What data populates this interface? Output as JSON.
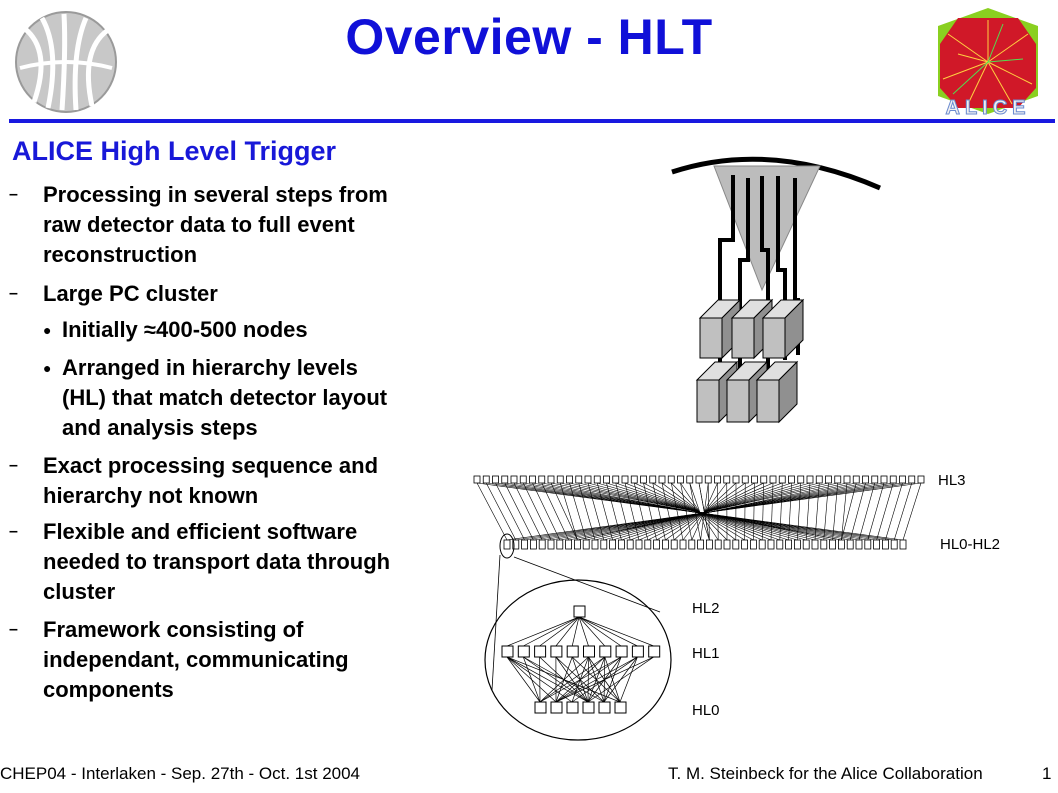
{
  "slide": {
    "title": "Overview - HLT",
    "heading": "ALICE High Level Trigger",
    "bullets": [
      {
        "level": 1,
        "lines": [
          "Processing in several steps from",
          "raw detector data to full event",
          "reconstruction"
        ]
      },
      {
        "level": 1,
        "lines": [
          "Large PC cluster"
        ]
      },
      {
        "level": 2,
        "lines": [
          "Initially ≈400-500 nodes"
        ]
      },
      {
        "level": 2,
        "lines": [
          "Arranged in hierarchy levels",
          "(HL) that match detector layout",
          "and analysis steps"
        ]
      },
      {
        "level": 1,
        "lines": [
          "Exact processing sequence and",
          "hierarchy not known"
        ]
      },
      {
        "level": 1,
        "lines": [
          "Flexible and efficient software",
          "needed to transport data through",
          "cluster"
        ]
      },
      {
        "level": 1,
        "lines": [
          "Framework consisting of",
          "independant, communicating",
          "components"
        ]
      }
    ],
    "level1_marker": "–",
    "level2_marker": "●"
  },
  "diagram": {
    "labels": {
      "hl3": "HL3",
      "hl0_hl2": "HL0-HL2",
      "hl2": "HL2",
      "hl1": "HL1",
      "hl0": "HL0"
    },
    "logo_text": "ALICE"
  },
  "footer": {
    "left": "CHEP04 - Interlaken - Sep. 27th - Oct. 1st 2004",
    "right": "T. M. Steinbeck for the Alice Collaboration",
    "page": "1"
  },
  "colors": {
    "title": "#1010d8",
    "rule": "#1818e0",
    "heading": "#1818d8"
  }
}
